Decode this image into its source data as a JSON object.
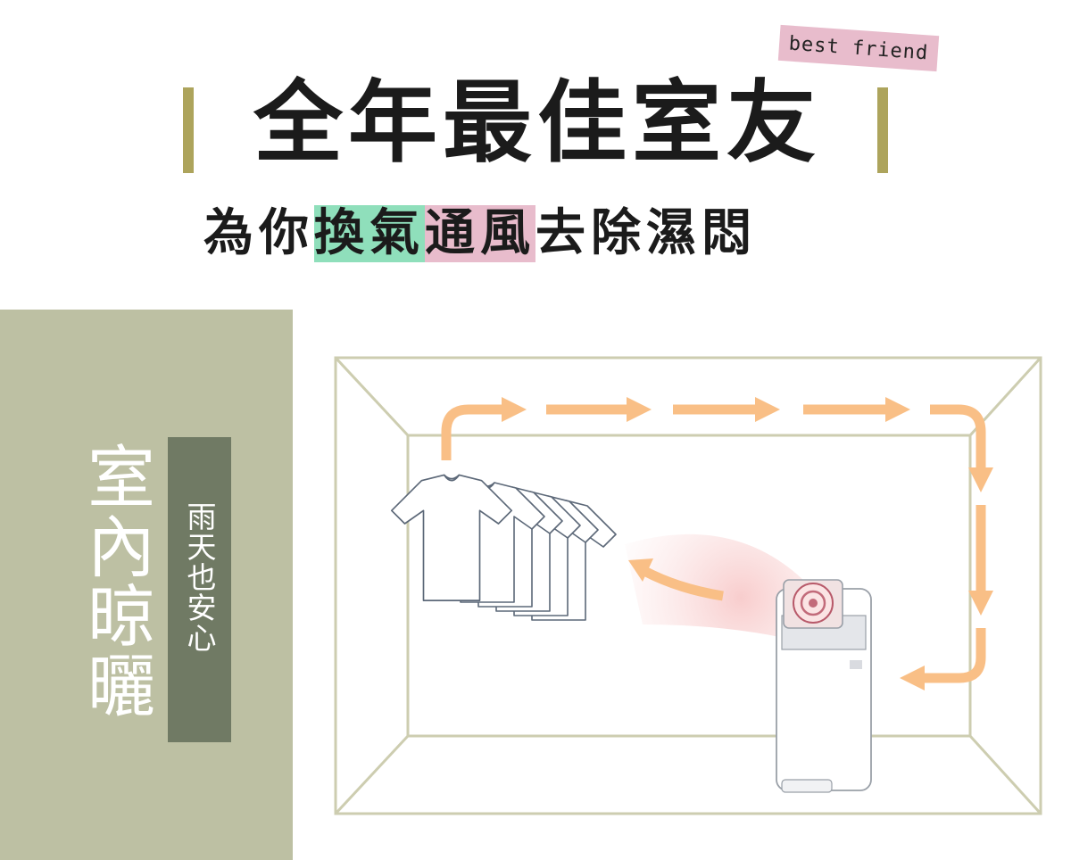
{
  "tag_text": "best friend",
  "title": "全年最佳室友",
  "subtitle": {
    "part1": "為你",
    "highlight_green": "換氣",
    "highlight_pink": "通風",
    "part2": "去除濕悶"
  },
  "side_title": "室內晾曬",
  "side_subtitle": "雨天也安心",
  "colors": {
    "accent_bar": "#ada45c",
    "panel_bg": "#bdc0a3",
    "panel_box": "#707a64",
    "highlight_green": "#8fdfbb",
    "highlight_pink": "#e8bccc",
    "arrow": "#f9bf86",
    "room_line": "#cdcdb0"
  },
  "icons": [
    "t-shirt-icon",
    "dehumidifier-icon",
    "airflow-arrow-icon"
  ]
}
